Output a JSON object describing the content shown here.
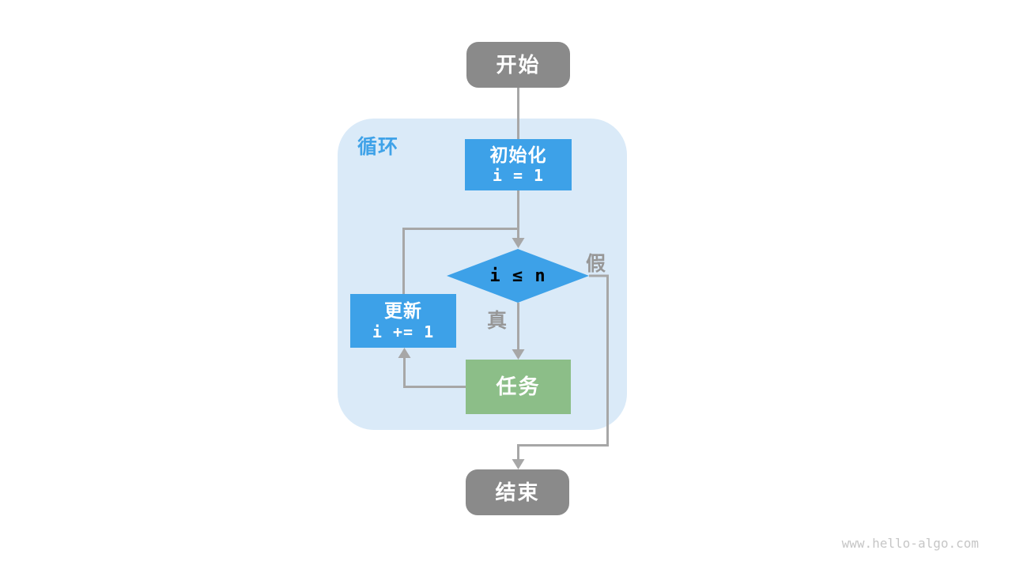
{
  "diagram": {
    "region_label": "循环",
    "nodes": {
      "start": {
        "label": "开始"
      },
      "init": {
        "label": "初始化",
        "code": "i = 1"
      },
      "condition": {
        "code": "i ≤ n"
      },
      "update": {
        "label": "更新",
        "code": "i += 1"
      },
      "task": {
        "label": "任务"
      },
      "end": {
        "label": "结束"
      }
    },
    "edge_labels": {
      "true_branch": "真",
      "false_branch": "假"
    },
    "colors": {
      "process_blue": "#3da1e8",
      "task_green": "#8cbe88",
      "terminal_gray": "#8a8a8a",
      "loop_region_bg": "#daeaf8",
      "connector_gray": "#a7a7a7",
      "edge_label_gray": "#979797",
      "region_label_blue": "#3fa2e8",
      "watermark_gray": "#c6c6c6"
    },
    "watermark": "www.hello-algo.com"
  }
}
